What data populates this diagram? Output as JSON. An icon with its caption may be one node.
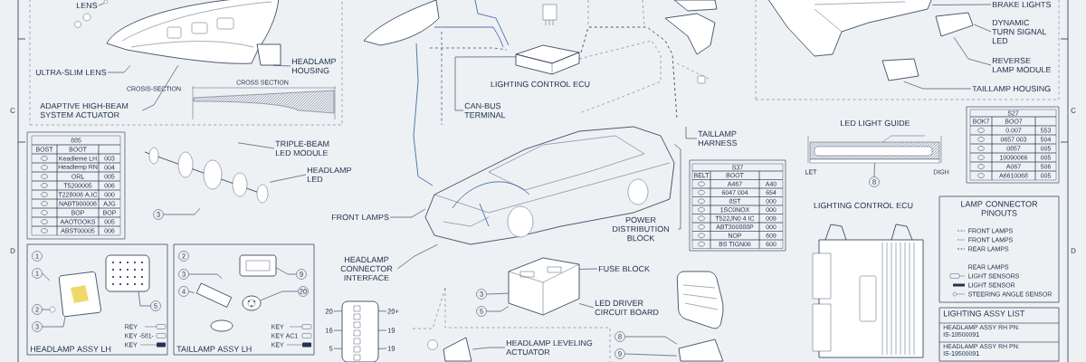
{
  "diagram": {
    "nodes": [
      {
        "text": [],
        "shape": "box"
      },
      {
        "text": [
          "LENS"
        ],
        "in": 0
      },
      {
        "text": [
          "ULTRA-SLIM LENS"
        ],
        "in": 0
      },
      {
        "text": [
          "HEADLAMP HOUSING"
        ],
        "in": 0
      },
      {
        "text": [
          "ADAPTIVE HIGH-BEAM SYSTEM ACTUATOR"
        ],
        "in": 0
      },
      {
        "text": [
          "TRIPLE-BEAM LED MODULE"
        ]
      },
      {
        "text": [
          "HEADLAMP LED"
        ]
      },
      {
        "text": [
          "3"
        ]
      },
      {
        "text": [
          "CAN-BUS TERMINAL"
        ]
      },
      {
        "text": [
          "TAILLAMP HARNESS"
        ]
      },
      {
        "text": [
          "FRONT LAMPS"
        ]
      },
      {
        "text": [
          "POWER DISTRIBUTION BLOCK"
        ]
      },
      {
        "text": [
          "HEADLAMP CONNECTOR INTERFACE"
        ]
      },
      {
        "text": [
          "FUSE BLOCK"
        ]
      },
      {
        "text": [
          "LED DRIVER CIRCUIT BOARD"
        ]
      },
      {
        "text": [
          "3"
        ]
      },
      {
        "text": [
          "5"
        ]
      },
      {
        "text": [
          "HEADLAMP LEVELING ACTUATOR"
        ]
      },
      {
        "text": [
          "8"
        ]
      },
      {
        "text": [
          "9"
        ]
      },
      {
        "text": [],
        "shape": "box"
      },
      {
        "text": [
          "BRAKE LIGHTS"
        ],
        "in": 20
      },
      {
        "text": [
          "DYNAMIC TURN SIGNAL LED"
        ],
        "in": 20
      },
      {
        "text": [
          "REVERSE LAMP MODULE"
        ],
        "in": 20
      },
      {
        "text": [
          "TAILLAMP HOUSING"
        ],
        "in": 20
      },
      {
        "text": [
          "8"
        ]
      },
      {
        "text": [
          "LAMP CONNECTOR PINOUTS"
        ]
      },
      {
        "text": [
          "LIGHTING ASSY LIST",
          "HEADLAMP ASSY RH PN: IS-19500091",
          "HEADLAMP ASSY RH PN: IS-19500091"
        ]
      },
      {
        "text": [
          "HEADLAMP ASSY LH"
        ]
      },
      {
        "text": [
          "1"
        ],
        "in": 28
      },
      {
        "text": [
          "1"
        ],
        "in": 28
      },
      {
        "text": [
          "2"
        ],
        "in": 28
      },
      {
        "text": [
          "3"
        ],
        "in": 28
      },
      {
        "text": [
          "5"
        ],
        "in": 28
      },
      {
        "text": [
          "TAILLAMP ASSY LH"
        ]
      },
      {
        "text": [
          "2"
        ],
        "in": 34
      },
      {
        "text": [
          "3"
        ],
        "in": 34
      },
      {
        "text": [
          "4"
        ],
        "in": 34
      },
      {
        "text": [
          "9"
        ],
        "in": 34
      },
      {
        "text": [
          "20"
        ],
        "in": 34
      },
      {
        "text": [
          "20"
        ]
      },
      {
        "text": [
          "16"
        ]
      },
      {
        "text": [
          "5"
        ]
      },
      {
        "text": [
          "20+"
        ]
      },
      {
        "text": [
          "19"
        ]
      },
      {
        "text": [
          "19"
        ]
      },
      {
        "text": [],
        "shape": "picture",
        "in": 0
      },
      {
        "text": [],
        "shape": "picture"
      },
      {
        "text": [],
        "shape": "picture",
        "beside": [
          "LIGHTING CONTROL ECU"
        ]
      },
      {
        "text": [],
        "shape": "picture"
      },
      {
        "text": [],
        "shape": "picture"
      },
      {
        "text": [],
        "shape": "picture"
      },
      {
        "text": [],
        "shape": "picture"
      },
      {
        "text": [],
        "shape": "picture",
        "in": 20
      },
      {
        "text": [],
        "shape": "picture",
        "in": 20
      },
      {
        "text": [],
        "shape": "picture",
        "in": 20
      },
      {
        "text": [],
        "shape": "picture"
      },
      {
        "text": [],
        "shape": "picture",
        "in": 28
      },
      {
        "text": [],
        "shape": "picture",
        "in": 28
      },
      {
        "text": [],
        "shape": "picture",
        "in": 34
      },
      {
        "text": [],
        "shape": "picture",
        "in": 34
      },
      {
        "text": [],
        "shape": "picture",
        "in": 34
      },
      {
        "text": [],
        "shape": "picture"
      }
    ],
    "edges": [
      {
        "from": 1,
        "to": 46,
        "arrow": "none"
      },
      {
        "from": 2,
        "to": 46,
        "arrow": "none"
      },
      {
        "from": 3,
        "to": 46,
        "arrow": "none"
      },
      {
        "from": 4,
        "to": 46,
        "arrow": "none"
      },
      {
        "from": 5,
        "to": 47,
        "arrow": "none"
      },
      {
        "from": 6,
        "to": 47,
        "arrow": "none"
      },
      {
        "from": 7,
        "to": 47,
        "arrow": "none"
      },
      {
        "from": 8,
        "to": 48,
        "arrow": "none"
      },
      {
        "from": 9,
        "to": null,
        "arrow": "none"
      },
      {
        "from": 10,
        "to": 49,
        "arrow": "none"
      },
      {
        "from": 11,
        "to": 49,
        "arrow": "none"
      },
      {
        "from": 12,
        "to": 49,
        "arrow": "none"
      },
      {
        "from": 13,
        "to": 50,
        "arrow": "none"
      },
      {
        "from": 14,
        "to": 50,
        "arrow": "none"
      },
      {
        "from": 15,
        "to": 50,
        "arrow": "none"
      },
      {
        "from": 16,
        "to": 50,
        "arrow": "none"
      },
      {
        "from": 17,
        "to": 51,
        "arrow": "none"
      },
      {
        "from": 18,
        "to": 52,
        "arrow": "none"
      },
      {
        "from": 19,
        "to": 52,
        "arrow": "none"
      },
      {
        "from": 21,
        "to": 53,
        "arrow": "none"
      },
      {
        "from": 22,
        "to": 54,
        "arrow": "none"
      },
      {
        "from": 23,
        "to": 54,
        "arrow": "none"
      },
      {
        "from": 24,
        "to": 55,
        "arrow": "none"
      },
      {
        "from": 25,
        "to": 56,
        "arrow": "none"
      },
      {
        "from": 30,
        "to": 57,
        "arrow": "none"
      },
      {
        "from": 31,
        "to": 57,
        "arrow": "none"
      },
      {
        "from": 32,
        "to": 57,
        "arrow": "none"
      },
      {
        "from": 33,
        "to": 58,
        "arrow": "none"
      },
      {
        "from": 36,
        "to": 59,
        "arrow": "none"
      },
      {
        "from": 37,
        "to": 59,
        "arrow": "none"
      },
      {
        "from": 38,
        "to": 60,
        "arrow": "none"
      },
      {
        "from": 39,
        "to": 61,
        "arrow": "none"
      },
      {
        "from": 40,
        "to": 62,
        "arrow": "none"
      },
      {
        "from": 41,
        "to": 62,
        "arrow": "none"
      },
      {
        "from": 42,
        "to": 62,
        "arrow": "none"
      },
      {
        "from": 43,
        "to": 62,
        "arrow": "none"
      },
      {
        "from": 44,
        "to": 62,
        "arrow": "none"
      },
      {
        "from": 45,
        "to": 62,
        "arrow": "none"
      }
    ],
    "labels": [
      "CROSIS-SECTION",
      "CROSS SECTION",
      "C",
      "C",
      "LED LIGHT GUIDE",
      "LET",
      "DIGH",
      "D",
      "D",
      "LIGHTING CONTROL ECU",
      "REY",
      "KEY",
      "-581-",
      "KEY",
      "KEY",
      "KEY",
      "AC1",
      "KEY",
      "885",
      "BOST",
      "BOOT",
      "Keadleme LH",
      "003",
      "Headlemp RN",
      "004",
      "ORL",
      "005",
      "T5200005",
      "006",
      "T228006 A.IC",
      "000",
      "NABT900006",
      "AJG",
      "BOP",
      "BOP",
      "AAOTOOKS",
      "005",
      "ABST00005",
      "006",
      "S37",
      "BELT",
      "BOOT",
      "A467",
      "A40",
      "6047 004",
      "654",
      "8ST",
      "000",
      "1SC0NOX",
      "000",
      "T522JN0 4 IC",
      "009",
      "ABT300888P",
      "000",
      "NOP",
      "609",
      "BS TIGN06",
      "600",
      "S27",
      "BOK7",
      "BOO7",
      "0.007",
      "553",
      "0657 003",
      "504",
      "0857",
      "005",
      "10090066",
      "005",
      "A067",
      "506",
      "A6610068",
      "005"
    ],
    "legend": [
      {
        "text": "FRONT LAMPS"
      },
      {
        "text": "FRONT LAMPS"
      },
      {
        "text": "REAR LAMPS"
      },
      {
        "text": "REAR LAMPS"
      },
      {
        "text": "LIGHT SENSORS"
      },
      {
        "text": "LIGHT SENSOR"
      },
      {
        "text": "STEERING ANGLE SENSOR"
      }
    ]
  }
}
